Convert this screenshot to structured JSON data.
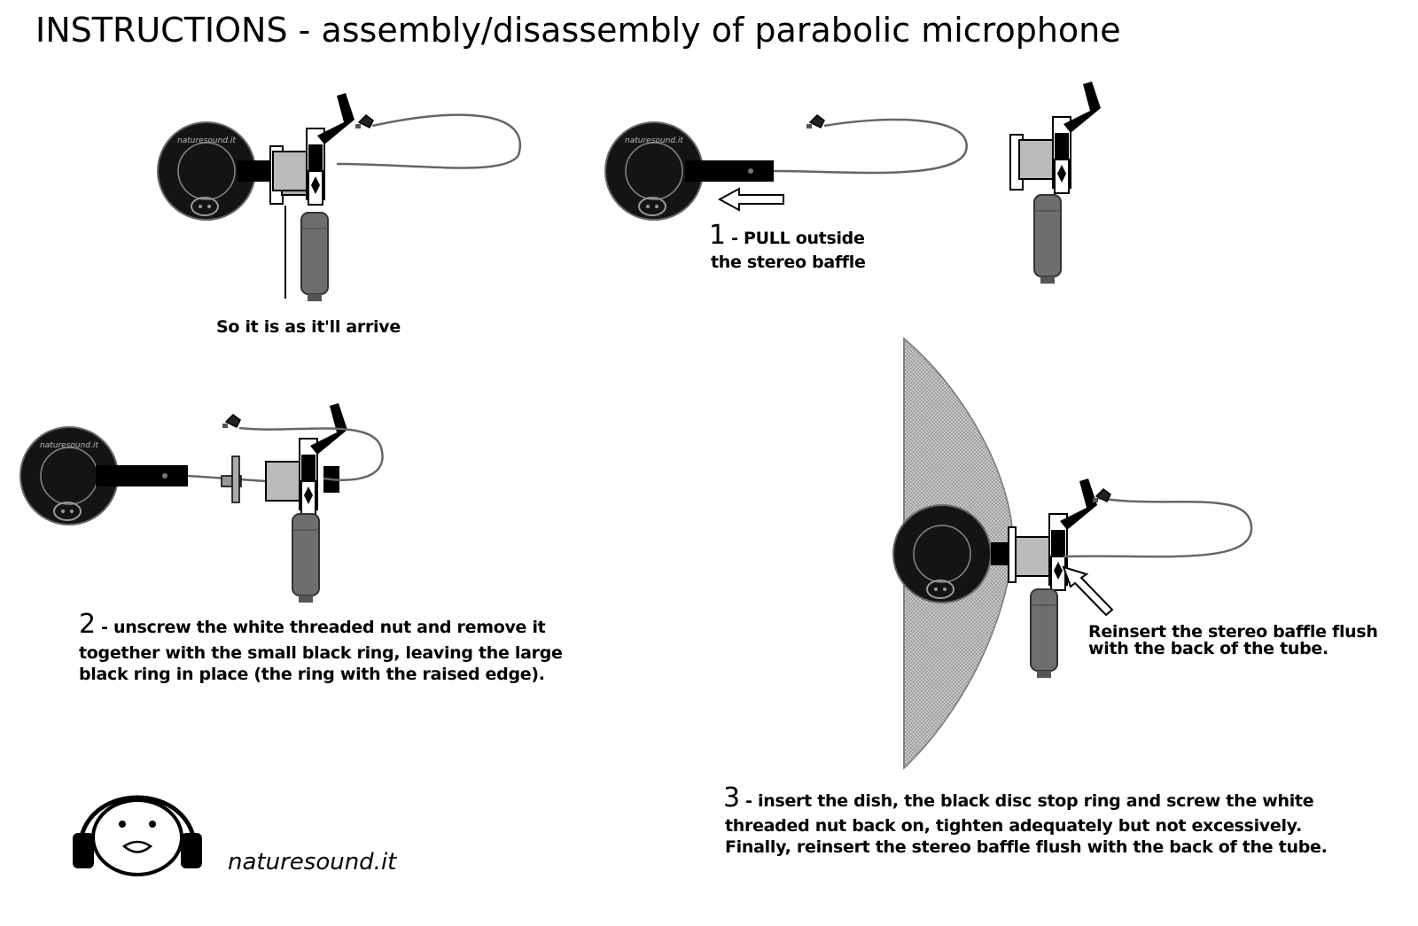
{
  "title": "INSTRUCTIONS - assembly/disassembly of parabolic microphone",
  "logo_text": "naturesound.it",
  "disc_brand": "naturesound.it",
  "captions": {
    "arrive": "So it is as it'll arrive",
    "step1_num": "1",
    "step1_line1": " - PULL outside",
    "step1_line2": "the stereo baffle",
    "step2_num": "2",
    "step2_line1": " - unscrew the white threaded nut and remove it",
    "step2_line2": "together with the small black ring, leaving the large",
    "step2_line3": "black ring in place (the ring with the raised edge).",
    "step3_num": "3",
    "step3_line1": " - insert the dish, the black disc stop ring and screw the white",
    "step3_line2": "threaded nut back on, tighten adequately but not excessively.",
    "step3_line3": "Finally, reinsert the stereo baffle flush with the back of the tube.",
    "reinsert_line1": "Reinsert the stereo baffle flush",
    "reinsert_line2": "with the back of the tube."
  },
  "colors": {
    "ink": "#000000",
    "dark": "#141414",
    "grey": "#8a8a8a",
    "handle": "#6e6e6e",
    "dish": "#bdbdbd"
  }
}
